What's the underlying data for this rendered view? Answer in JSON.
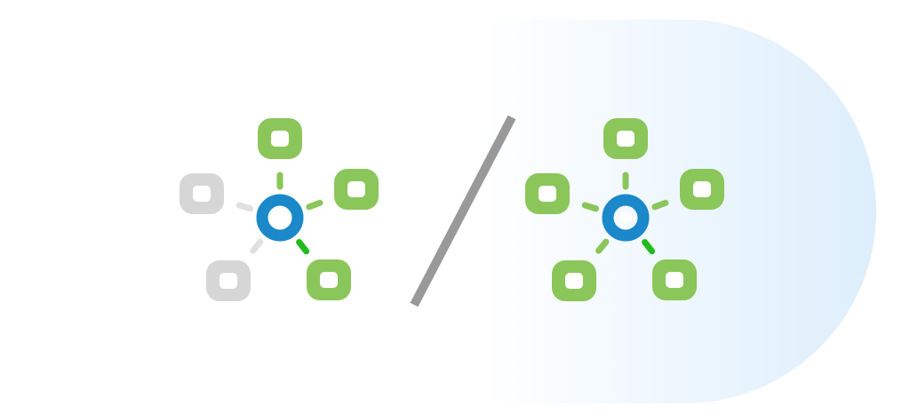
{
  "colors": {
    "background": "#ffffff",
    "pill_fill_start": "#ffffff",
    "pill_fill_end": "#ddeefc",
    "hub": "#1a88c9",
    "hub_center": "#ffffff",
    "node_active": "#8bc65a",
    "node_inactive": "#d6d6d6",
    "link_active": "#8bc65a",
    "link_inactive": "#e0e0e0",
    "link_highlight": "#22bb1c",
    "divider": "#999999"
  },
  "diagrams": [
    {
      "id": "partial",
      "nodes": [
        {
          "position": "top",
          "state": "active"
        },
        {
          "position": "upper-right",
          "state": "active"
        },
        {
          "position": "lower-right",
          "state": "highlight"
        },
        {
          "position": "lower-left",
          "state": "inactive"
        },
        {
          "position": "upper-left",
          "state": "inactive"
        }
      ]
    },
    {
      "id": "complete",
      "nodes": [
        {
          "position": "top",
          "state": "active"
        },
        {
          "position": "upper-right",
          "state": "active"
        },
        {
          "position": "lower-right",
          "state": "highlight"
        },
        {
          "position": "lower-left",
          "state": "active"
        },
        {
          "position": "upper-left",
          "state": "active"
        }
      ]
    }
  ]
}
